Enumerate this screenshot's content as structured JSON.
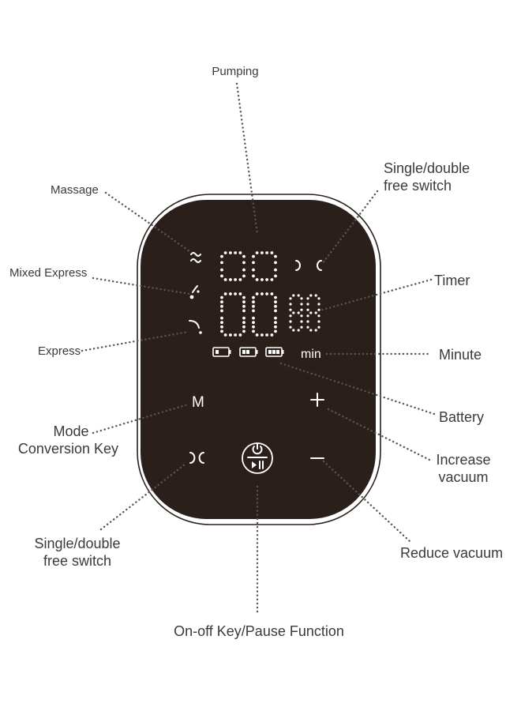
{
  "labels": {
    "pumping": "Pumping",
    "massage": "Massage",
    "single_double_top": [
      "Single/double",
      "free switch"
    ],
    "mixed_express": "Mixed Express",
    "timer": "Timer",
    "express": "Express",
    "minute": "Minute",
    "battery": "Battery",
    "mode_key": [
      "Mode",
      "Conversion Key"
    ],
    "increase_vacuum": [
      "Increase",
      "vacuum"
    ],
    "single_double_bottom": [
      "Single/double",
      "free switch"
    ],
    "reduce_vacuum": "Reduce vacuum",
    "onoff_key": "On-off Key/Pause Function"
  },
  "panel": {
    "digits_top": "00",
    "digits_bottom": "00",
    "digits_timer": "88",
    "min_label": "min",
    "mode_letter": "M",
    "plus": "+",
    "minus": "−"
  },
  "colors": {
    "panel": "#2b1f1c",
    "label_text": "#3a3a3a",
    "dots": "#555555",
    "display": "#ffffff"
  },
  "icons": {
    "massage": "wave-icon",
    "mixed_express": "drop-icon",
    "express": "moon-drop-icon",
    "single_double": "crescent-pair-icon",
    "power": "power-play-pause-icon",
    "battery": "battery-icon"
  }
}
